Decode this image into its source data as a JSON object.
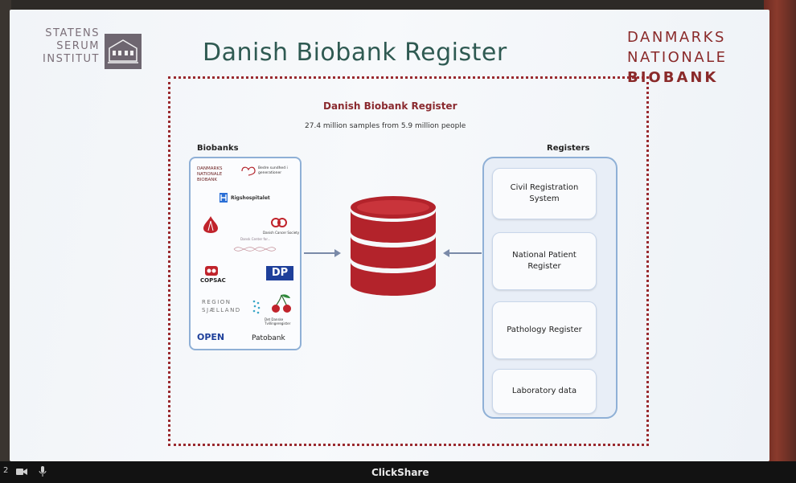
{
  "slide": {
    "title": "Danish Biobank Register",
    "ssi_logo_lines": [
      "STATENS",
      "SERUM",
      "INSTITUT"
    ],
    "dnb_logo_lines": [
      "DANMARKS",
      "NATIONALE",
      "BIOBANK"
    ]
  },
  "diagram": {
    "heading": "Danish Biobank Register",
    "subheading": "27.4 million samples from 5.9 million people",
    "biobanks_label": "Biobanks",
    "registers_label": "Registers",
    "biobanks": [
      {
        "label": "DANMARKS NATIONALE BIOBANK"
      },
      {
        "label": "Bedre sundhed i generationer"
      },
      {
        "label": "Rigshospitalet"
      },
      {
        "label": "Danish Cancer Society"
      },
      {
        "label": "Dansk Center for..."
      },
      {
        "label": "COPSAC"
      },
      {
        "label": "DP"
      },
      {
        "label": "REGION SJÆLLAND"
      },
      {
        "label": "Det Danske Tvillingeregister"
      },
      {
        "label": "OPEN"
      },
      {
        "label": "Patobank"
      }
    ],
    "registers": [
      {
        "label": "Civil Registration System"
      },
      {
        "label": "National Patient Register"
      },
      {
        "label": "Pathology Register"
      },
      {
        "label": "Laboratory data"
      }
    ]
  },
  "taskbar": {
    "left_number": "2",
    "brand": "ClickShare"
  },
  "colors": {
    "title_green": "#2f5a52",
    "brand_red": "#9a2a2f",
    "panel_blue": "#8fb0d6",
    "database_red": "#b3232b"
  }
}
